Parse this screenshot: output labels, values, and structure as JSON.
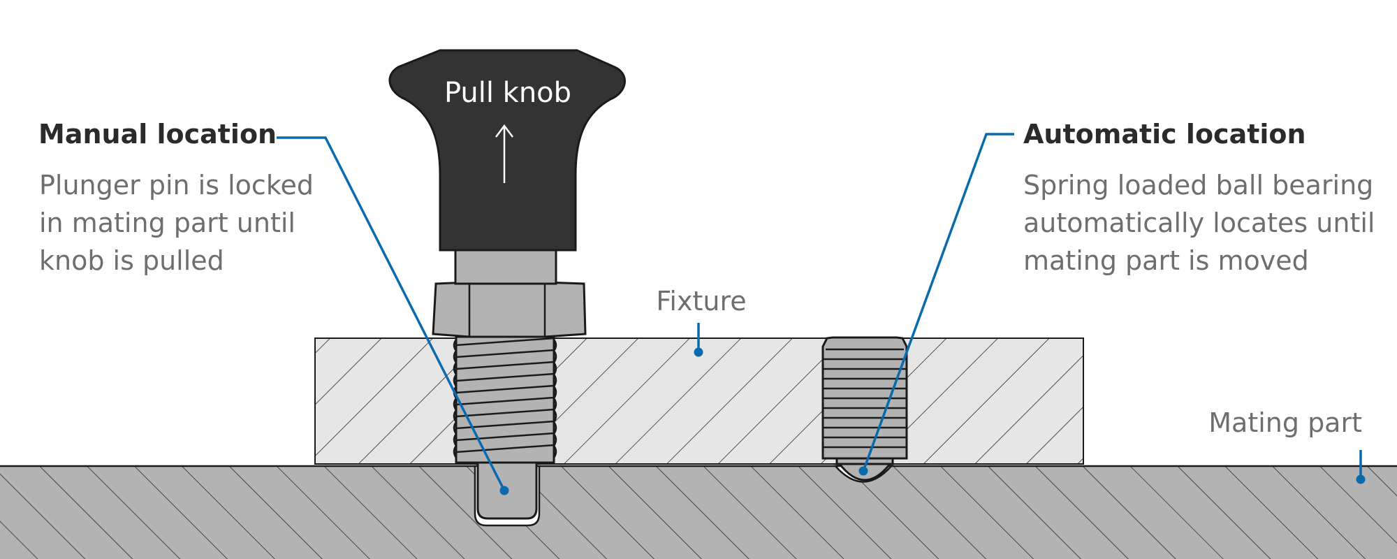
{
  "knob": {
    "label": "Pull knob"
  },
  "manual": {
    "title": "Manual location",
    "lines": [
      "Plunger pin is locked",
      "in mating part until",
      "knob is pulled"
    ]
  },
  "automatic": {
    "title": "Automatic location",
    "lines": [
      "Spring loaded ball bearing",
      "automatically locates until",
      "mating part is moved"
    ]
  },
  "fixture": {
    "label": "Fixture"
  },
  "mating_part": {
    "label": "Mating part"
  },
  "colors": {
    "accent": "#0a6aae",
    "knob": "#333333",
    "metal": "#b3b3b3",
    "fixture": "#e6e6e6",
    "mating_part": "#b3b3b3",
    "title_text": "#2b2b2b",
    "body_text": "#6e6e6e"
  }
}
